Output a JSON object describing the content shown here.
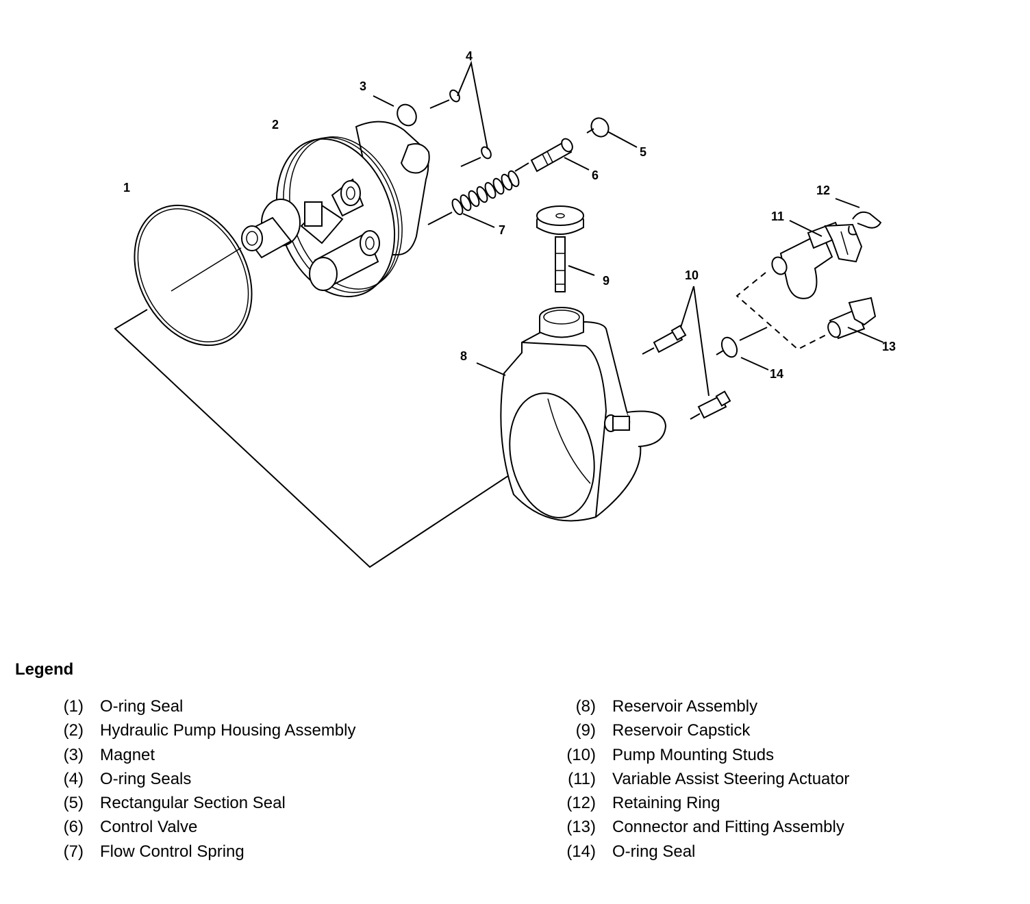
{
  "diagram": {
    "callouts": [
      "1",
      "2",
      "3",
      "4",
      "5",
      "6",
      "7",
      "8",
      "9",
      "10",
      "11",
      "12",
      "13",
      "14"
    ]
  },
  "legend": {
    "title": "Legend",
    "items": [
      {
        "num": "(1)",
        "name": "O-ring Seal"
      },
      {
        "num": "(2)",
        "name": "Hydraulic Pump Housing Assembly"
      },
      {
        "num": "(3)",
        "name": "Magnet"
      },
      {
        "num": "(4)",
        "name": "O-ring Seals"
      },
      {
        "num": "(5)",
        "name": "Rectangular Section Seal"
      },
      {
        "num": "(6)",
        "name": "Control Valve"
      },
      {
        "num": "(7)",
        "name": "Flow Control Spring"
      },
      {
        "num": "(8)",
        "name": "Reservoir Assembly"
      },
      {
        "num": "(9)",
        "name": "Reservoir Capstick"
      },
      {
        "num": "(10)",
        "name": "Pump Mounting Studs"
      },
      {
        "num": "(11)",
        "name": "Variable Assist Steering Actuator"
      },
      {
        "num": "(12)",
        "name": "Retaining Ring"
      },
      {
        "num": "(13)",
        "name": "Connector and Fitting Assembly"
      },
      {
        "num": "(14)",
        "name": "O-ring Seal"
      }
    ]
  }
}
